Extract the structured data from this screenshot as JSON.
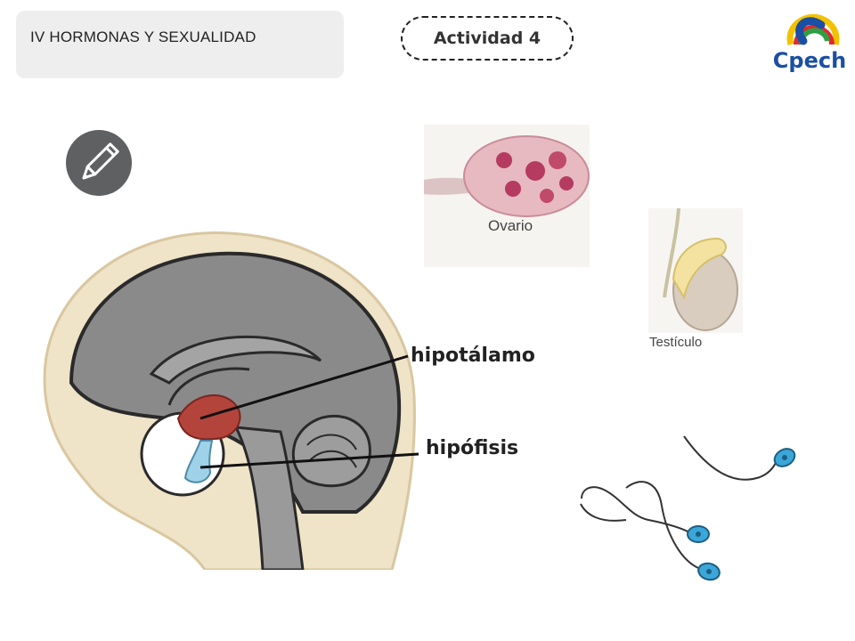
{
  "header": {
    "title": "IV HORMONAS Y SEXUALIDAD"
  },
  "activity": {
    "label": "Actividad 4"
  },
  "logo": {
    "text": "Cpech"
  },
  "brain_labels": {
    "hypothalamus": "hipotálamo",
    "pituitary": "hipófisis"
  },
  "images": {
    "ovary_caption": "Ovario",
    "testis_caption": "Testículo"
  },
  "icons": {
    "pencil": "pencil-icon"
  },
  "colors": {
    "header_bg": "#eeeeee",
    "brain_fill": "#8a8a8a",
    "hypothalamus": "#b3443c",
    "pituitary": "#9fd2e8",
    "sperm_head": "#3ba7d8",
    "logo_blue": "#1b4fa3"
  }
}
